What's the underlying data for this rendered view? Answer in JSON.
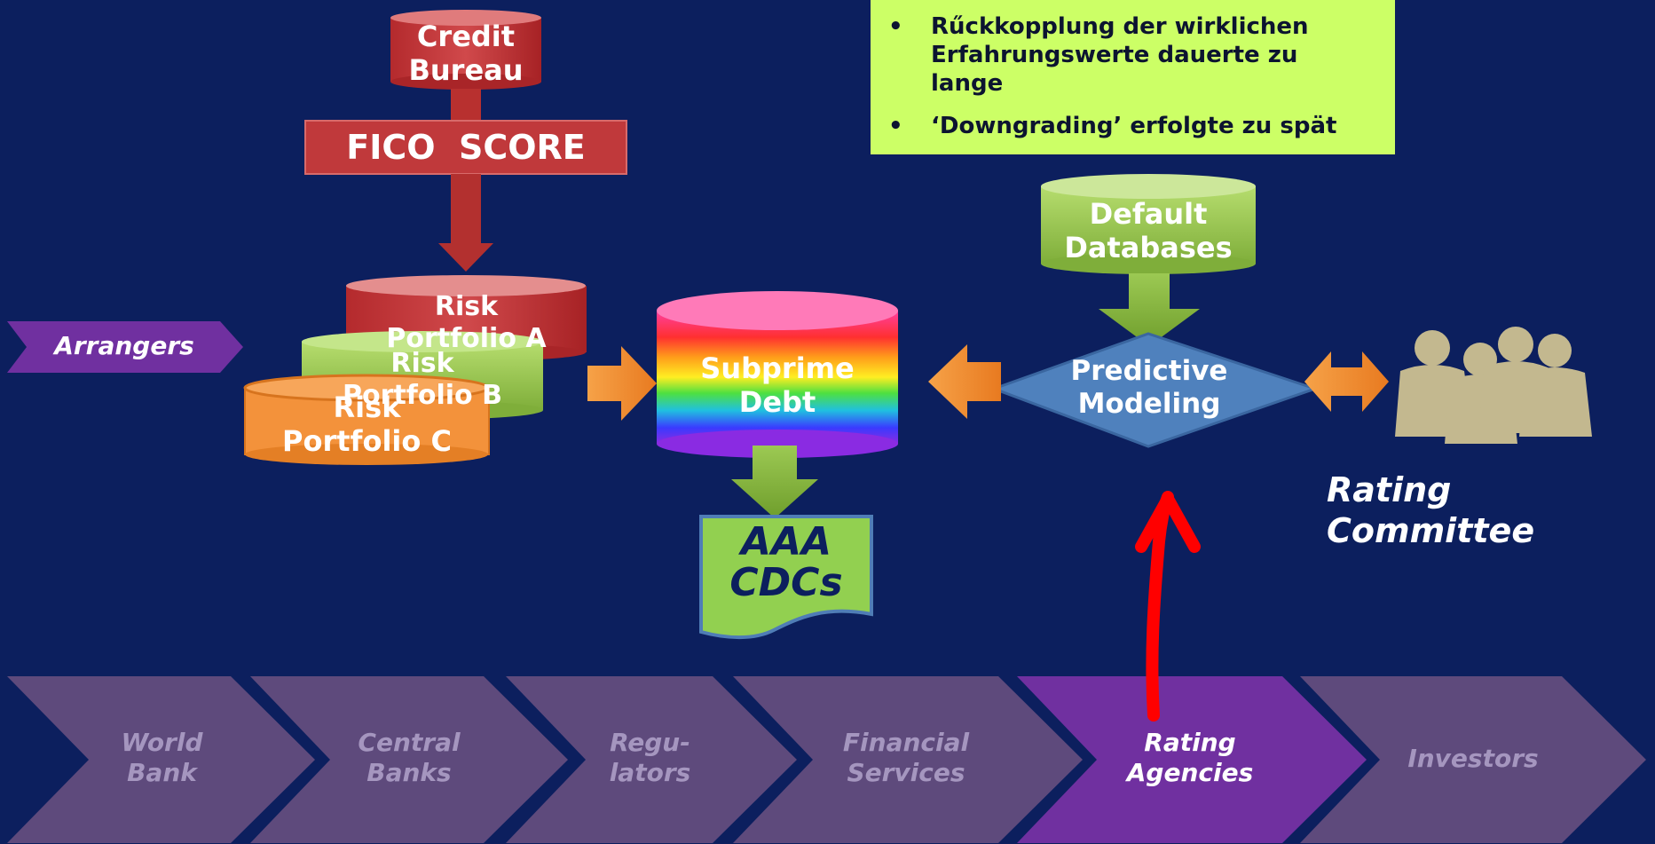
{
  "note": {
    "bullets": [
      "Rűckkopplung der wirklichen Erfahrungswerte dauerte zu lange",
      "‘Downgrading’ erfolgte zu spät"
    ]
  },
  "credit_bureau": {
    "line1": "Credit",
    "line2": "Bureau"
  },
  "fico_score": "FICO  SCORE",
  "arrangers": "Arrangers",
  "risk_a": {
    "line1": "Risk",
    "line2": "Portfolio A"
  },
  "risk_b": {
    "line1": "Risk",
    "line2": "Portfolio B"
  },
  "risk_c": {
    "line1": "Risk",
    "line2": "Portfolio C"
  },
  "subprime": {
    "line1": "Subprime",
    "line2": "Debt"
  },
  "aaa": {
    "line1": "AAA",
    "line2": "CDCs"
  },
  "default_db": {
    "line1": "Default",
    "line2": "Databases"
  },
  "predictive": {
    "line1": "Predictive",
    "line2": "Modeling"
  },
  "rating_committee": {
    "line1": "Rating",
    "line2": "Committee"
  },
  "chain": [
    {
      "line1": "World",
      "line2": "Bank"
    },
    {
      "line1": "Central",
      "line2": "Banks"
    },
    {
      "line1": "Regu-",
      "line2": "lators"
    },
    {
      "line1": "Financial",
      "line2": "Services"
    },
    {
      "line1": "Rating",
      "line2": "Agencies"
    },
    {
      "line1": "Investors",
      "line2": ""
    }
  ],
  "colors": {
    "background": "#0c1f5e",
    "note": "#ccff66",
    "red": "#c0393b",
    "green": "#8dbd45",
    "orange": "#f3923b",
    "blue": "#4f81bd",
    "purple": "#7030a0",
    "chevron": "#5e4a7c",
    "highlight_arrow": "#ff0000"
  }
}
